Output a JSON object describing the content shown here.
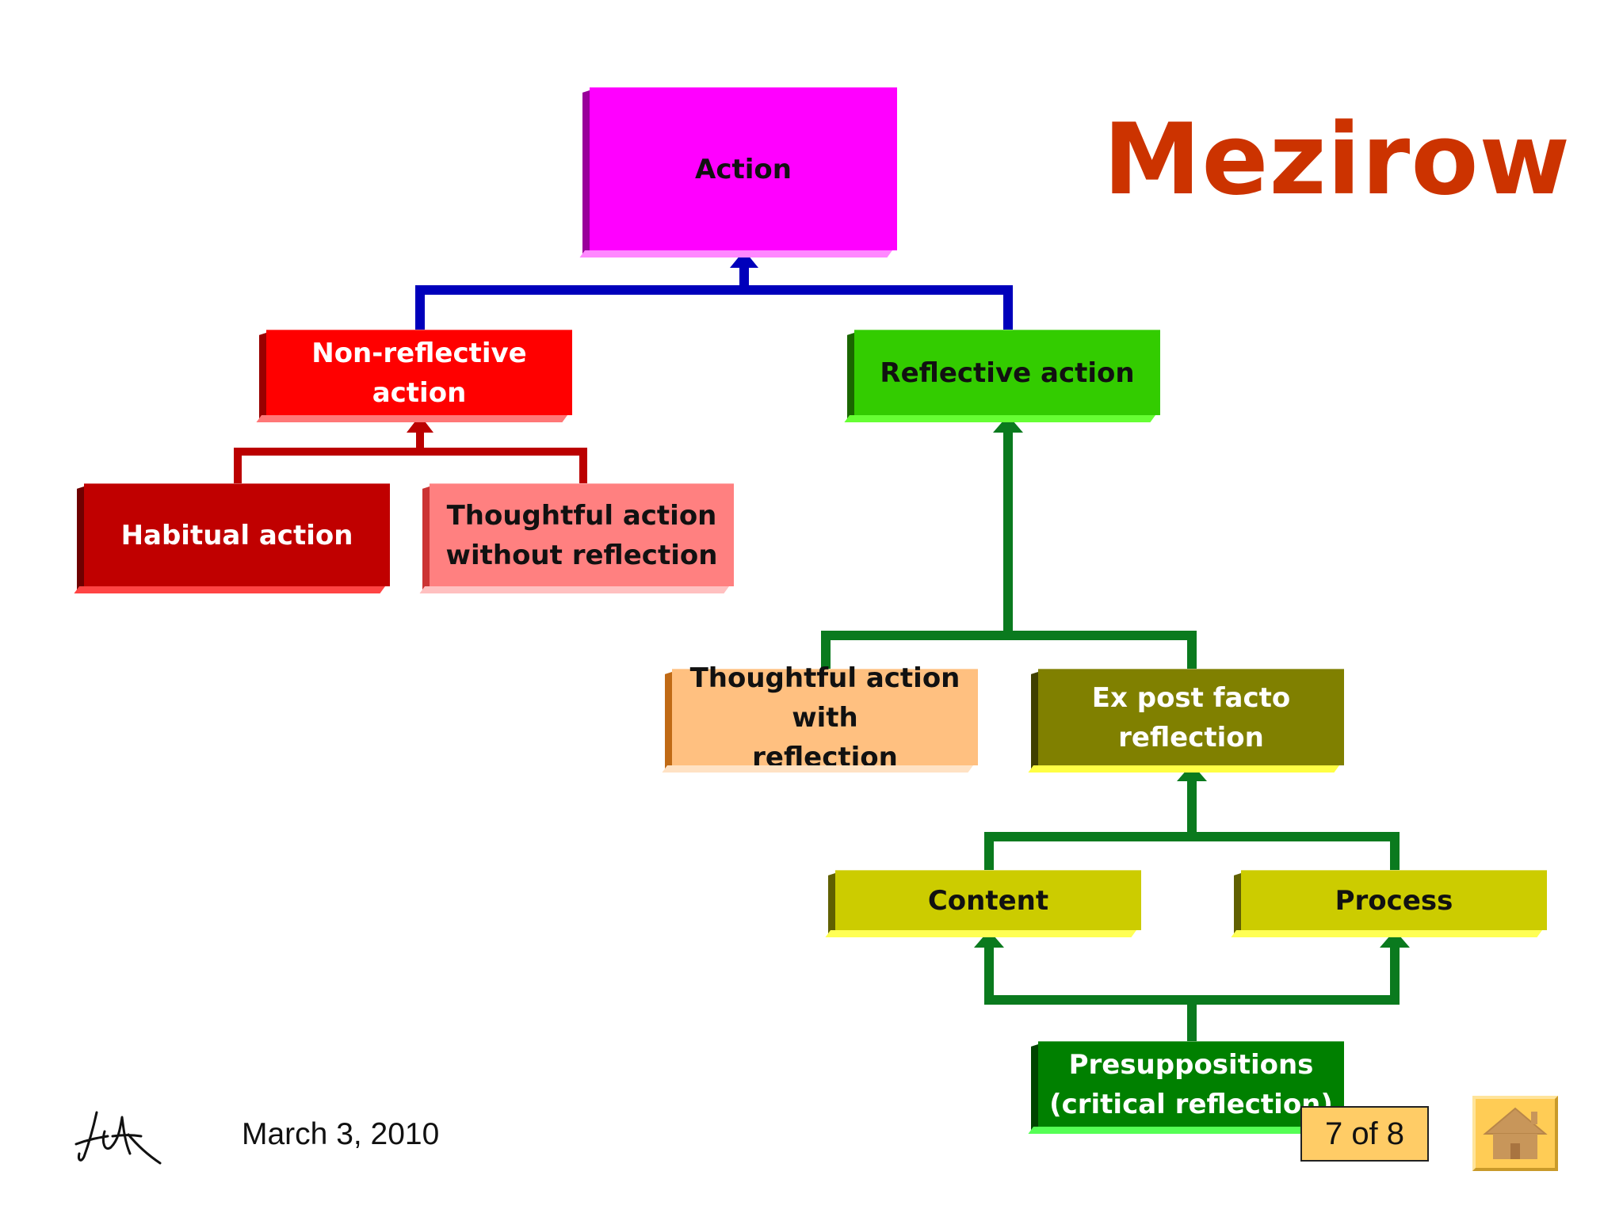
{
  "title": "Mezirow",
  "date": "March 3, 2010",
  "page_indicator": "7 of 8",
  "colors": {
    "title": "#cc3300",
    "top_connector": "#0000bb",
    "left_connector": "#bb0000",
    "right_connector": "#0a7a1e"
  },
  "nodes": {
    "action": {
      "label": "Action",
      "color": "#ff00ff",
      "text_color": "#111111"
    },
    "non_reflective": {
      "label": "Non-reflective action",
      "color": "#ff0000",
      "text_color": "#ffffff"
    },
    "reflective": {
      "label": "Reflective action",
      "color": "#33cc00",
      "text_color": "#111111"
    },
    "habitual": {
      "label": "Habitual action",
      "color": "#c00000",
      "text_color": "#ffffff"
    },
    "thoughtful_without": {
      "label": "Thoughtful action\nwithout reflection",
      "color": "#ff8080",
      "text_color": "#111111"
    },
    "thoughtful_with": {
      "label": "Thoughtful action with\nreflection",
      "color": "#ffc080",
      "text_color": "#111111"
    },
    "ex_post_facto": {
      "label": "Ex post facto\nreflection",
      "color": "#808000",
      "text_color": "#ffffff"
    },
    "content": {
      "label": "Content",
      "color": "#cccc00",
      "text_color": "#111111"
    },
    "process": {
      "label": "Process",
      "color": "#cccc00",
      "text_color": "#111111"
    },
    "presuppositions": {
      "label": "Presuppositions\n(critical reflection)",
      "color": "#008000",
      "text_color": "#ffffff"
    }
  },
  "icons": {
    "home": "home-icon",
    "signature": "signature-mark"
  }
}
